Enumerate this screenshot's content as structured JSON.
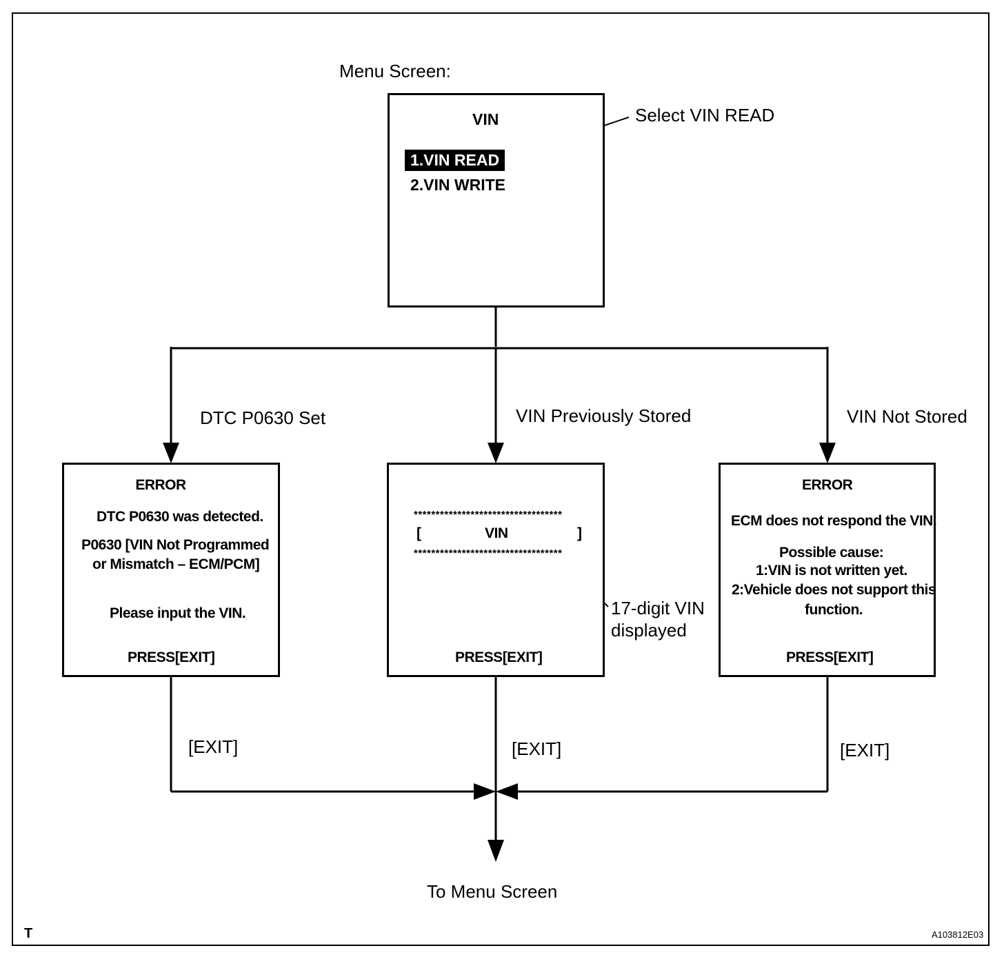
{
  "menu_label": "Menu Screen:",
  "menu_box": {
    "title": "VIN",
    "item1": "1.VIN READ",
    "item2": "2.VIN WRITE"
  },
  "callout_select": "Select VIN READ",
  "branches": {
    "left": "DTC P0630 Set",
    "middle": "VIN Previously Stored",
    "right": "VIN Not Stored"
  },
  "left_box": {
    "title": "ERROR",
    "line1": "DTC P0630 was detected.",
    "line2": "P0630  [VIN Not Programmed",
    "line3": "or Mismatch – ECM/PCM]",
    "line4": "Please input the VIN.",
    "press": "PRESS[EXIT]"
  },
  "mid_box": {
    "stars_top": "**********************************",
    "bracket_open": "[",
    "vin": "VIN",
    "bracket_close": "]",
    "stars_bottom": "**********************************",
    "press": "PRESS[EXIT]"
  },
  "callout_vin": [
    "17-digit VIN",
    "displayed"
  ],
  "right_box": {
    "title": "ERROR",
    "line1": "ECM does not respond the VIN.",
    "line2": "Possible cause:",
    "line3": "1:VIN is not written yet.",
    "line4": "2:Vehicle does not support this",
    "line5": "function.",
    "press": "PRESS[EXIT]"
  },
  "exit_labels": {
    "left": "[EXIT]",
    "middle": "[EXIT]",
    "right": "[EXIT]"
  },
  "to_menu": "To Menu Screen",
  "corner_left": "T",
  "corner_right": "A103812E03"
}
